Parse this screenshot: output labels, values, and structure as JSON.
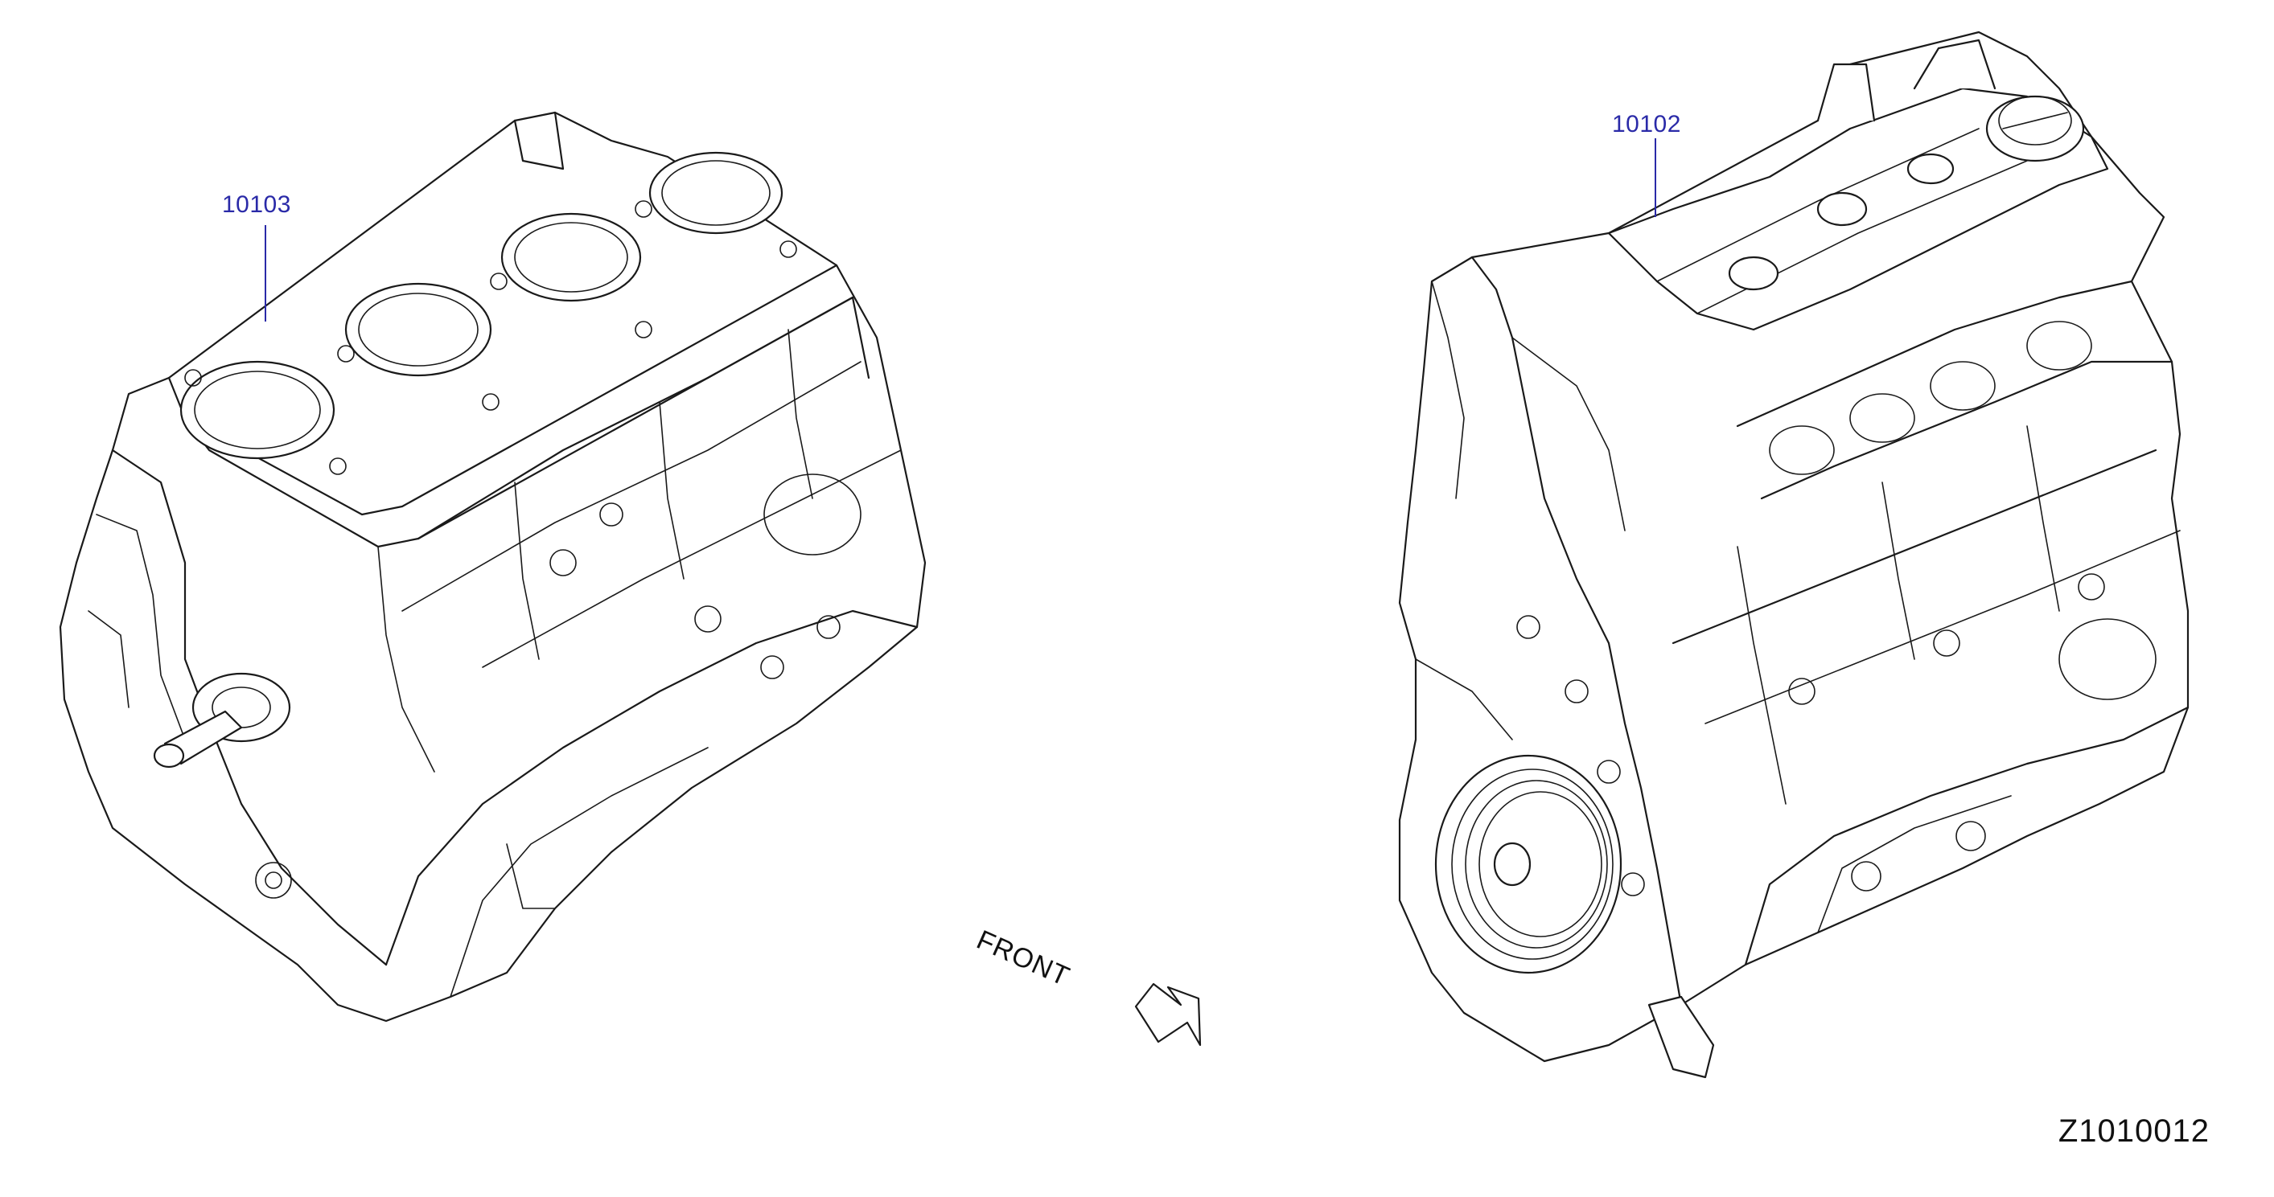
{
  "diagram": {
    "callouts": [
      {
        "part_number": "10103"
      },
      {
        "part_number": "10102"
      }
    ],
    "direction_label": "FRONT",
    "reference_code": "Z1010012",
    "colors": {
      "callout": "#2a2aa8",
      "linework": "#1a1a1a",
      "background": "#ffffff"
    }
  }
}
